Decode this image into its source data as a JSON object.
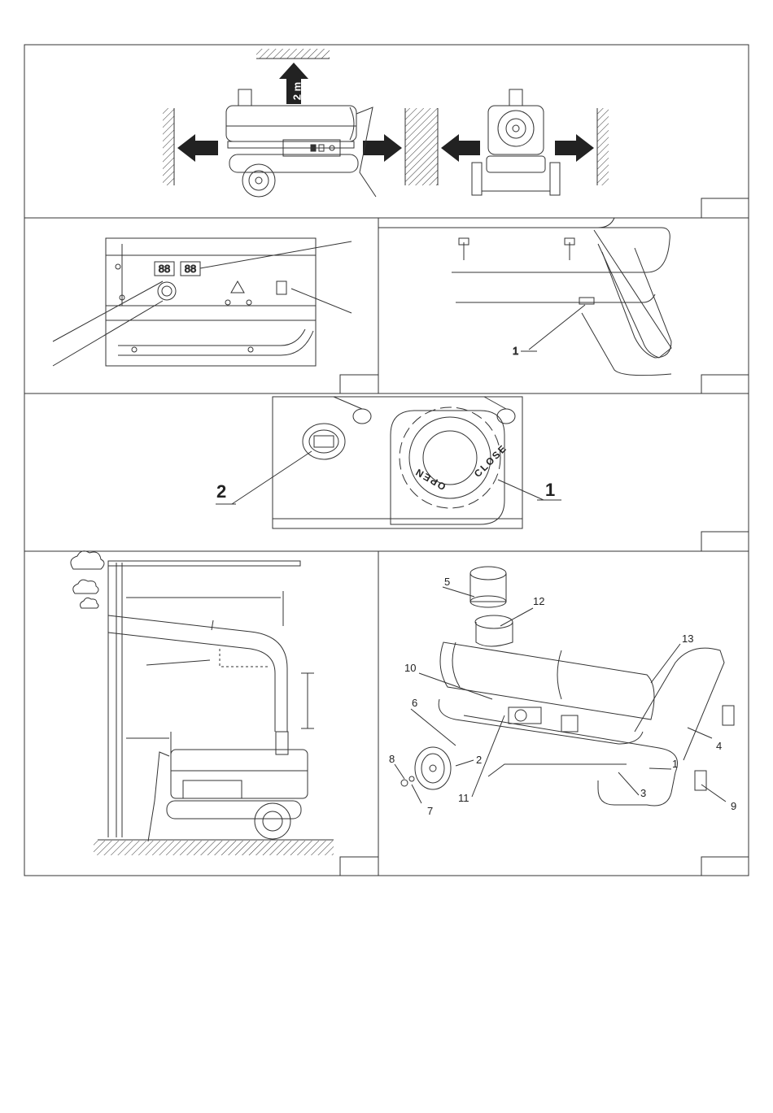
{
  "clearance": {
    "top_distance": "2 m"
  },
  "controls_panel": {
    "callouts": []
  },
  "base_view": {
    "callouts": [
      "1"
    ]
  },
  "fuel_cap_view": {
    "callouts": [
      "2",
      "1"
    ],
    "cap_text_open": "OPEN",
    "cap_text_close": "CLOSE"
  },
  "exploded_view": {
    "callouts": [
      "5",
      "12",
      "13",
      "10",
      "6",
      "4",
      "8",
      "2",
      "1",
      "3",
      "7",
      "11",
      "9"
    ]
  }
}
